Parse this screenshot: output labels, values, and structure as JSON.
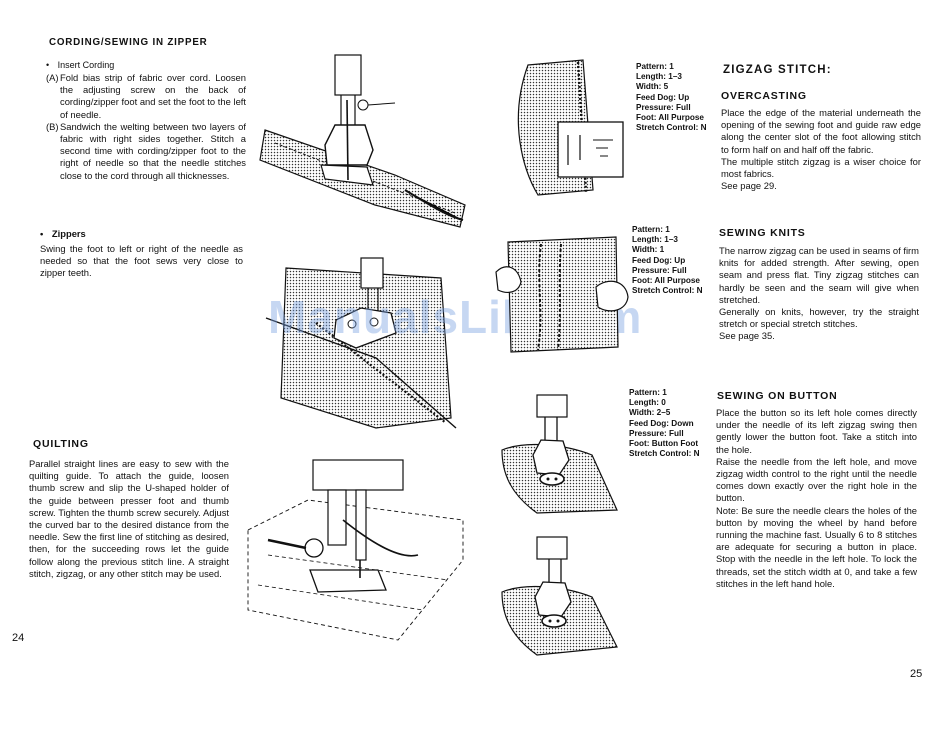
{
  "left_page": {
    "cording": {
      "title": "CORDING/SEWING IN ZIPPER",
      "bullet_label": "Insert Cording",
      "step_a_label": "(A)",
      "step_a_text": "Fold bias strip of fabric over cord. Loosen the adjusting screw on the back of cording/zipper foot and set the foot to the left of needle.",
      "step_b_label": "(B)",
      "step_b_text": "Sandwich the welting between two layers of fabric with right sides together. Stitch a second time with cording/zipper foot to the right of needle so that the needle stitches close to the cord through all thicknesses."
    },
    "zippers": {
      "title": "Zippers",
      "text": "Swing the foot to left or right of the needle as needed so that the foot sews very close to zipper teeth."
    },
    "quilting": {
      "title": "QUILTING",
      "text": "Parallel straight lines are easy to sew with the quilting guide. To attach the guide, loosen thumb screw and slip the U-shaped holder of the guide between presser foot and thumb screw. Tighten the thumb screw securely. Adjust the curved bar to the desired distance from the needle. Sew the first line of stitching as desired, then, for the succeeding rows let the guide follow along the previous stitch line. A straight stitch, zigzag, or any other stitch may be used."
    },
    "page_number": "24"
  },
  "right_page": {
    "main_title": "ZIGZAG STITCH:",
    "overcasting": {
      "settings": [
        "Pattern: 1",
        "Length: 1–3",
        "Width: 5",
        "Feed Dog: Up",
        "Pressure: Full",
        "Foot: All Purpose",
        "Stretch Control: N"
      ],
      "title": "OVERCASTING",
      "text1": "Place the edge of the material underneath the opening of the sewing foot and guide raw edge along the center slot of the foot allowing stitch to form half on and half off the fabric.",
      "text2": "The multiple stitch zigzag is a wiser choice for most fabrics.",
      "text3": "See page 29."
    },
    "knits": {
      "settings": [
        "Pattern: 1",
        "Length: 1–3",
        "Width: 1",
        "Feed Dog: Up",
        "Pressure: Full",
        "Foot: All Purpose",
        "Stretch Control: N"
      ],
      "title": "SEWING KNITS",
      "text1": "The narrow zigzag can be used in seams of firm knits for added strength. After sewing, open seam and press flat. Tiny zigzag stitches can hardly be seen and the seam will give when stretched.",
      "text2": "Generally on knits, however, try the straight stretch or special stretch stitches.",
      "text3": "See page 35."
    },
    "button": {
      "settings": [
        "Pattern: 1",
        "Length: 0",
        "Width: 2–5",
        "Feed Dog: Down",
        "Pressure: Full",
        "Foot: Button Foot",
        "Stretch Control: N"
      ],
      "title": "SEWING ON BUTTON",
      "text1": "Place the button so its left hole comes directly under the needle of its left zigzag swing then gently lower the button foot. Take a stitch into the hole.",
      "text2": "Raise the needle from the left hole, and move zigzag width control to the right until the needle comes down exactly over the right hole in the button.",
      "text3": "Note: Be sure the needle clears the holes of the button by moving the wheel by hand before running the machine fast. Usually 6 to 8 stitches are adequate for securing a button in place. Stop with the needle in the left hole. To lock the threads, set the stitch width at 0, and take a few stitches in the left hand hole."
    },
    "page_number": "25"
  },
  "watermark": "ManualsLib.com",
  "colors": {
    "ink": "#111111",
    "watermark": "#78a0e1",
    "paper": "#ffffff"
  }
}
